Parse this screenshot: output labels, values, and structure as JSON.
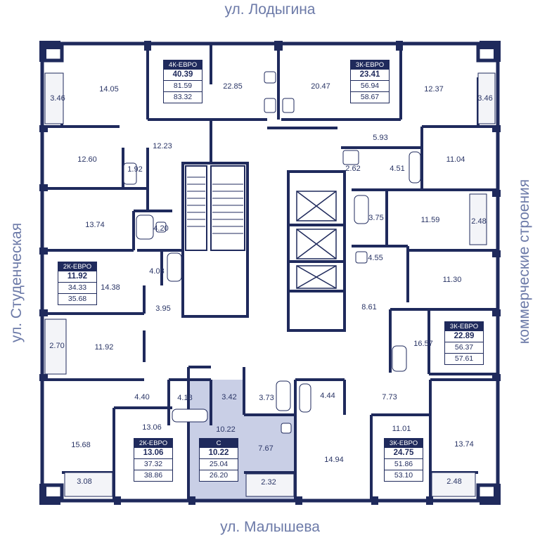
{
  "streets": {
    "top": "ул. Лодыгина",
    "bottom": "ул. Малышева",
    "left": "ул. Студенческая",
    "right": "коммерческие строения"
  },
  "colors": {
    "wall": "#1f2a5c",
    "highlight": "#c9cfe6",
    "text": "#2a3566",
    "street_text": "#6c7aa8"
  },
  "apartments": [
    {
      "type": "4К-ЕВРО",
      "living": "40.39",
      "total": "81.59",
      "total_with_balcony": "83.32"
    },
    {
      "type": "3К-ЕВРО",
      "living": "23.41",
      "total": "56.94",
      "total_with_balcony": "58.67"
    },
    {
      "type": "2К-ЕВРО",
      "living": "11.92",
      "total": "34.33",
      "total_with_balcony": "35.68"
    },
    {
      "type": "3К-ЕВРО",
      "living": "22.89",
      "total": "56.37",
      "total_with_balcony": "57.61"
    },
    {
      "type": "2К-ЕВРО",
      "living": "13.06",
      "total": "37.32",
      "total_with_balcony": "38.86"
    },
    {
      "type": "С",
      "living": "10.22",
      "total": "25.04",
      "total_with_balcony": "26.20",
      "highlighted": true
    },
    {
      "type": "3К-ЕВРО",
      "living": "24.75",
      "total": "51.86",
      "total_with_balcony": "53.10"
    }
  ],
  "room_areas": [
    "3.46",
    "14.05",
    "22.85",
    "20.47",
    "12.37",
    "3.46",
    "12.23",
    "5.93",
    "12.60",
    "1.92",
    "2.62",
    "4.51",
    "11.04",
    "13.74",
    "4.20",
    "3.75",
    "11.59",
    "2.48",
    "14.38",
    "4.08",
    "4.55",
    "11.30",
    "3.95",
    "8.61",
    "2.70",
    "11.92",
    "16.57",
    "4.40",
    "4.18",
    "3.42",
    "3.73",
    "4.44",
    "7.73",
    "15.68",
    "13.06",
    "10.22",
    "7.67",
    "14.94",
    "11.01",
    "13.74",
    "3.08",
    "2.32",
    "2.48"
  ]
}
